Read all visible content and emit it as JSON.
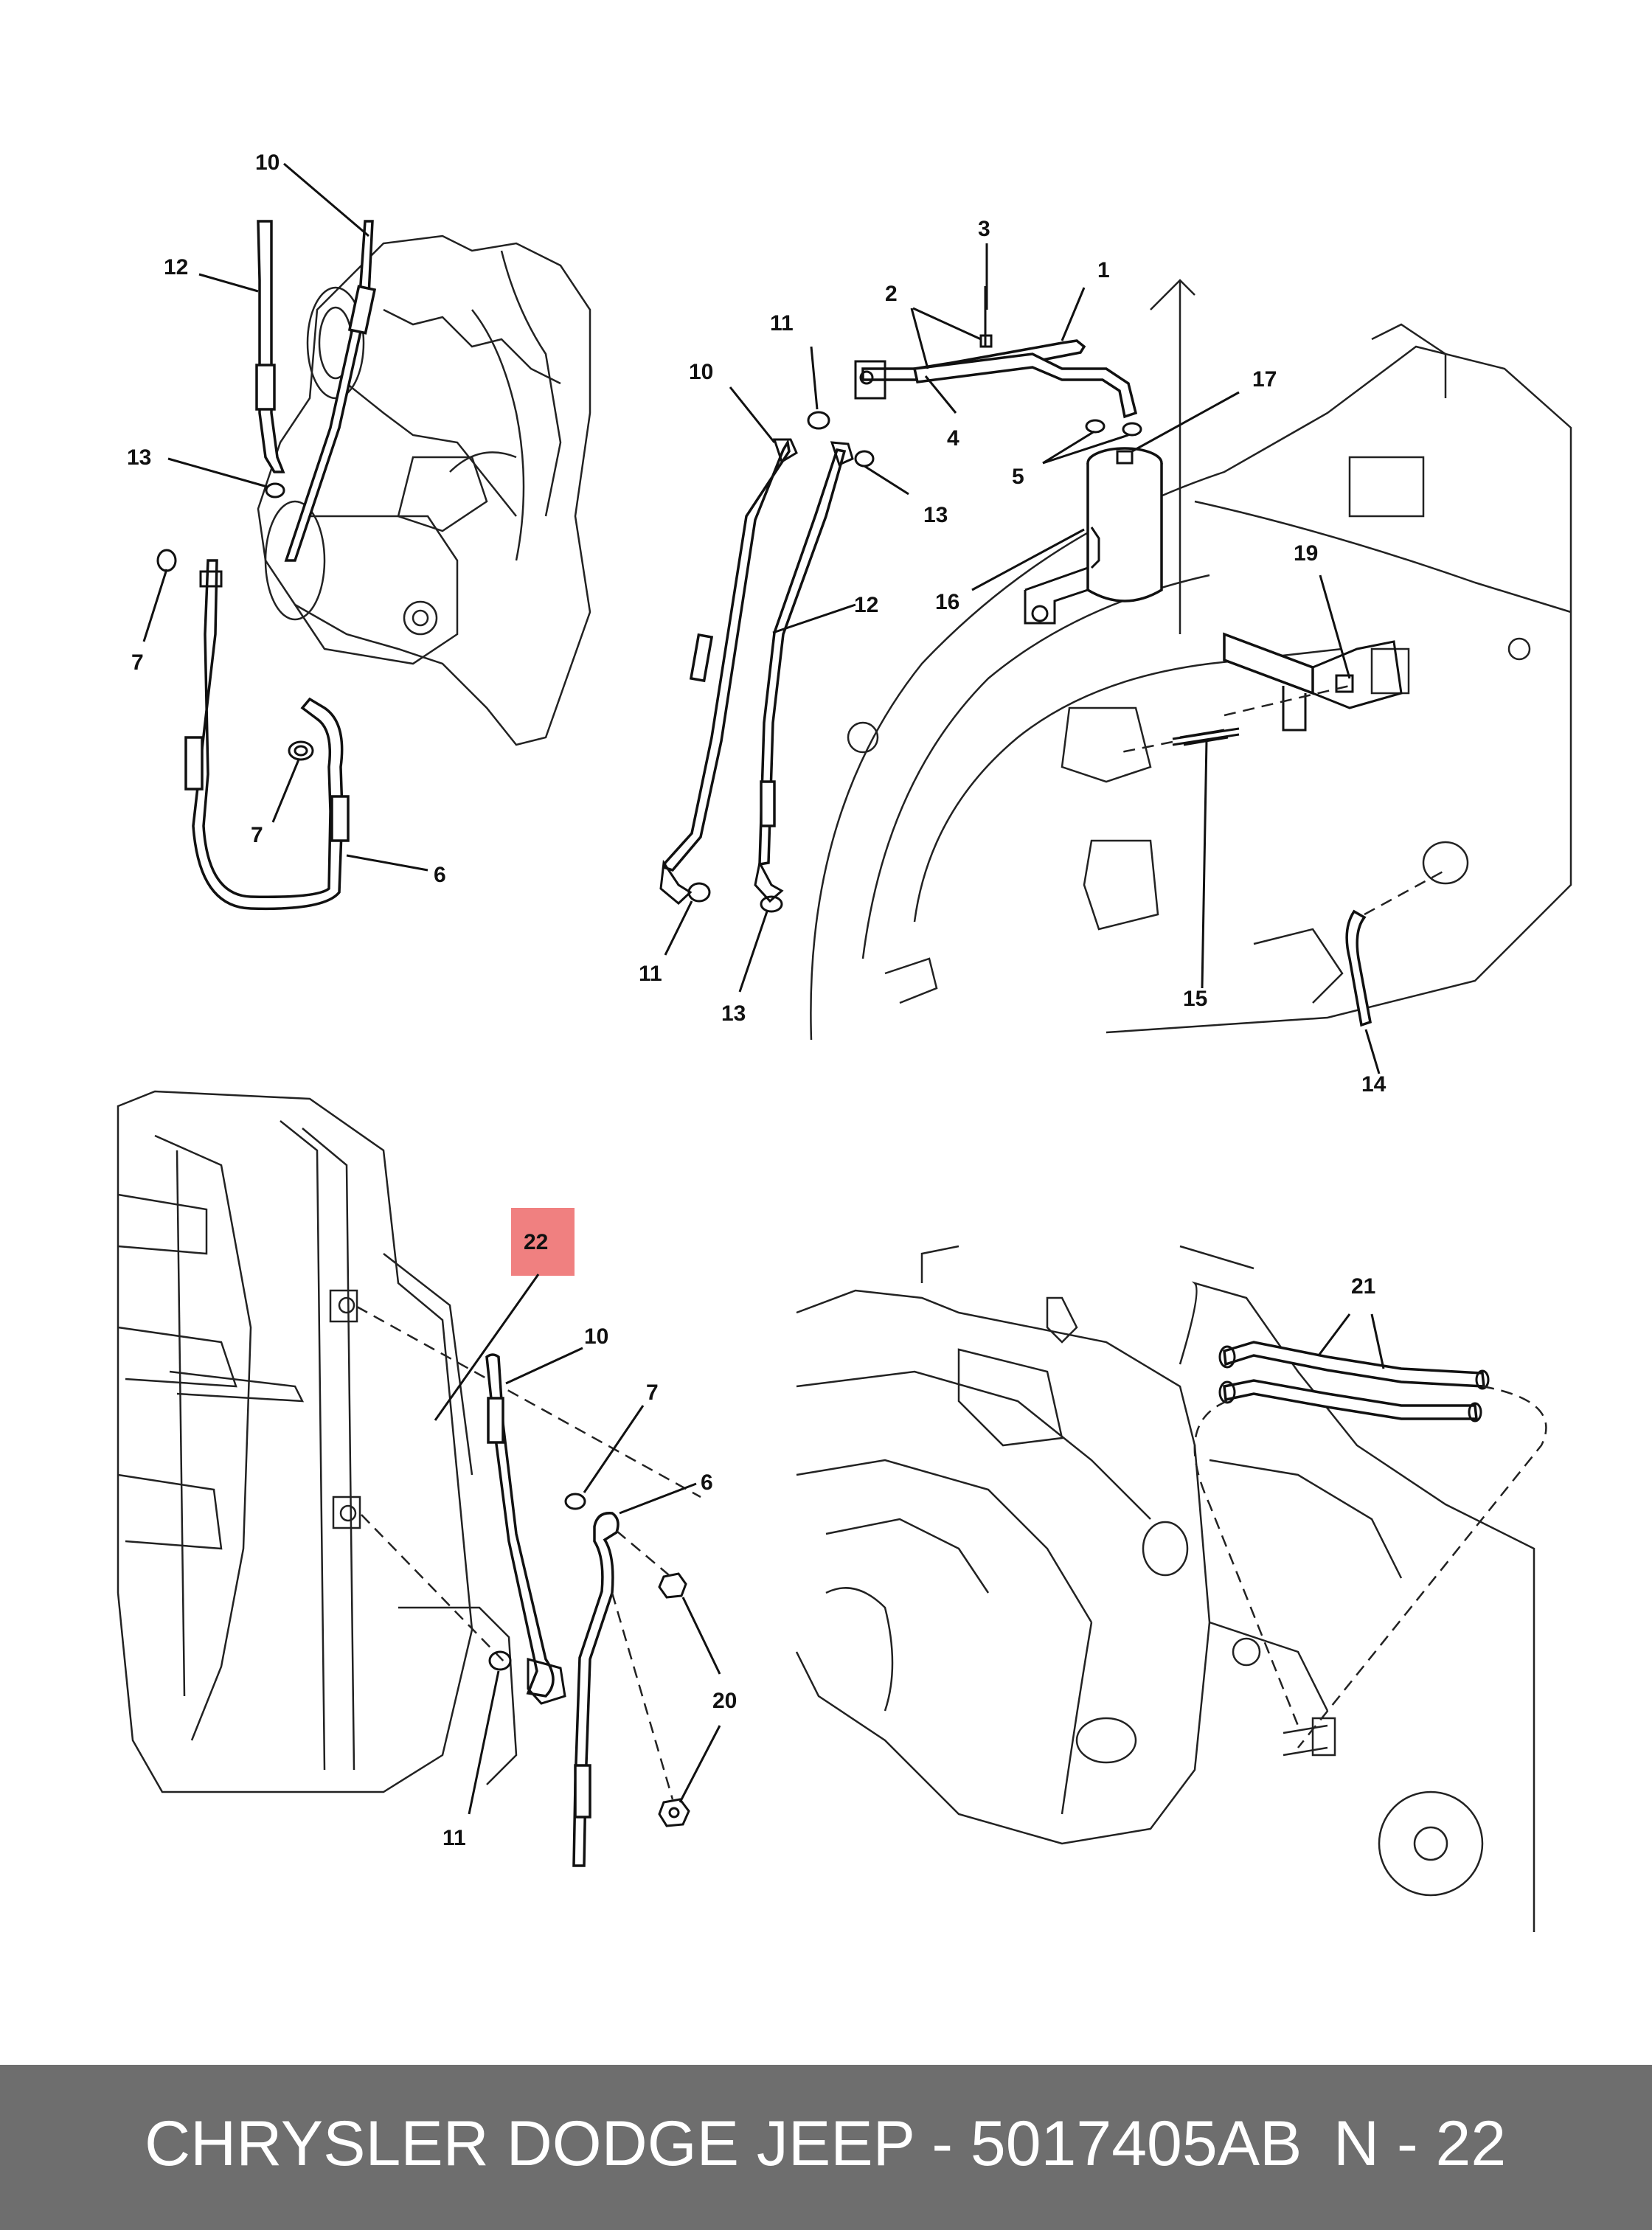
{
  "figure": {
    "callouts": {
      "tl_10": "10",
      "tl_12": "12",
      "tl_13": "13",
      "tl_7a": "7",
      "tl_7b": "7",
      "tl_6": "6",
      "tr_3": "3",
      "tr_1": "1",
      "tr_2": "2",
      "tr_11a": "11",
      "tr_10": "10",
      "tr_17": "17",
      "tr_4": "4",
      "tr_5": "5",
      "tr_13a": "13",
      "tr_19": "19",
      "tr_16": "16",
      "tr_12": "12",
      "tr_15": "15",
      "tr_11b": "11",
      "tr_13b": "13",
      "tr_14": "14",
      "bl_22": "22",
      "bl_10": "10",
      "bl_7": "7",
      "bl_6": "6",
      "bl_20": "20",
      "bl_11": "11",
      "br_21": "21"
    },
    "highlight_color": "#f08080"
  },
  "footer": {
    "title": "CHRYSLER DODGE JEEP - 5017405AB",
    "page": "N - 22",
    "background": "#6e6e6e",
    "text_color": "#ffffff"
  }
}
